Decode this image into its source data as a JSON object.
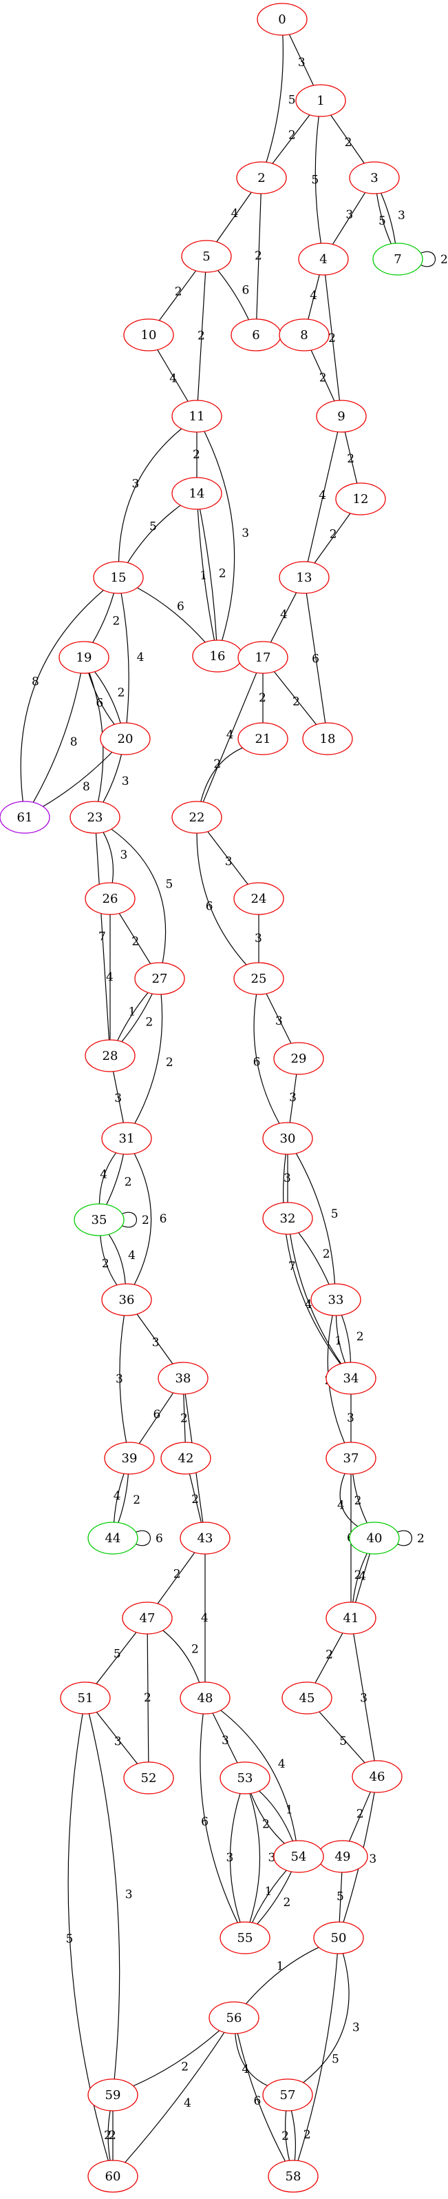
{
  "colors": {
    "default": "#ee0000",
    "green": "#00cc00",
    "purple": "#aa00dd"
  },
  "nodes": [
    {
      "id": "0"
    },
    {
      "id": "1"
    },
    {
      "id": "2"
    },
    {
      "id": "3"
    },
    {
      "id": "4"
    },
    {
      "id": "7",
      "color": "green"
    },
    {
      "id": "5"
    },
    {
      "id": "6"
    },
    {
      "id": "8"
    },
    {
      "id": "9"
    },
    {
      "id": "10"
    },
    {
      "id": "11"
    },
    {
      "id": "12"
    },
    {
      "id": "13"
    },
    {
      "id": "14"
    },
    {
      "id": "15"
    },
    {
      "id": "16"
    },
    {
      "id": "17"
    },
    {
      "id": "18"
    },
    {
      "id": "19"
    },
    {
      "id": "20"
    },
    {
      "id": "21"
    },
    {
      "id": "22"
    },
    {
      "id": "61",
      "color": "purple"
    },
    {
      "id": "23"
    },
    {
      "id": "24"
    },
    {
      "id": "25"
    },
    {
      "id": "26"
    },
    {
      "id": "27"
    },
    {
      "id": "28"
    },
    {
      "id": "29"
    },
    {
      "id": "30"
    },
    {
      "id": "31"
    },
    {
      "id": "32"
    },
    {
      "id": "33"
    },
    {
      "id": "34"
    },
    {
      "id": "35",
      "color": "green"
    },
    {
      "id": "36"
    },
    {
      "id": "37"
    },
    {
      "id": "38"
    },
    {
      "id": "39"
    },
    {
      "id": "40",
      "color": "green"
    },
    {
      "id": "41"
    },
    {
      "id": "42"
    },
    {
      "id": "43"
    },
    {
      "id": "44",
      "color": "green"
    },
    {
      "id": "45"
    },
    {
      "id": "46"
    },
    {
      "id": "47"
    },
    {
      "id": "48"
    },
    {
      "id": "49"
    },
    {
      "id": "50"
    },
    {
      "id": "51"
    },
    {
      "id": "52"
    },
    {
      "id": "53"
    },
    {
      "id": "54"
    },
    {
      "id": "55"
    },
    {
      "id": "56"
    },
    {
      "id": "57"
    },
    {
      "id": "58"
    },
    {
      "id": "59"
    },
    {
      "id": "60"
    }
  ],
  "edges": [
    {
      "from": "0",
      "to": "1",
      "label": "3"
    },
    {
      "from": "0",
      "to": "2",
      "label": "5"
    },
    {
      "from": "1",
      "to": "2",
      "label": "2"
    },
    {
      "from": "1",
      "to": "3",
      "label": "2"
    },
    {
      "from": "1",
      "to": "4",
      "label": "5"
    },
    {
      "from": "3",
      "to": "4",
      "label": "3"
    },
    {
      "from": "3",
      "to": "7",
      "label": "5"
    },
    {
      "from": "3",
      "to": "7",
      "label": "3"
    },
    {
      "from": "7",
      "to": "7",
      "label": "2"
    },
    {
      "from": "2",
      "to": "5",
      "label": "4"
    },
    {
      "from": "2",
      "to": "6",
      "label": "2"
    },
    {
      "from": "5",
      "to": "6",
      "label": "6"
    },
    {
      "from": "5",
      "to": "10",
      "label": "2"
    },
    {
      "from": "5",
      "to": "11",
      "label": "2"
    },
    {
      "from": "4",
      "to": "8",
      "label": "4"
    },
    {
      "from": "4",
      "to": "9",
      "label": "2"
    },
    {
      "from": "8",
      "to": "9",
      "label": "2"
    },
    {
      "from": "10",
      "to": "11",
      "label": "4"
    },
    {
      "from": "9",
      "to": "12",
      "label": "2"
    },
    {
      "from": "9",
      "to": "13",
      "label": "4"
    },
    {
      "from": "12",
      "to": "13",
      "label": "2"
    },
    {
      "from": "11",
      "to": "14",
      "label": "2"
    },
    {
      "from": "11",
      "to": "15",
      "label": "3"
    },
    {
      "from": "11",
      "to": "16",
      "label": "3"
    },
    {
      "from": "14",
      "to": "15",
      "label": "5"
    },
    {
      "from": "14",
      "to": "16",
      "label": "2"
    },
    {
      "from": "14",
      "to": "16",
      "label": "1"
    },
    {
      "from": "15",
      "to": "16",
      "label": "6"
    },
    {
      "from": "15",
      "to": "19",
      "label": "2"
    },
    {
      "from": "15",
      "to": "20",
      "label": "4"
    },
    {
      "from": "15",
      "to": "61",
      "label": "8"
    },
    {
      "from": "13",
      "to": "17",
      "label": "4"
    },
    {
      "from": "13",
      "to": "18",
      "label": "6"
    },
    {
      "from": "17",
      "to": "18",
      "label": "2"
    },
    {
      "from": "17",
      "to": "21",
      "label": "2"
    },
    {
      "from": "17",
      "to": "22",
      "label": "4"
    },
    {
      "from": "21",
      "to": "22",
      "label": "2"
    },
    {
      "from": "19",
      "to": "20",
      "label": "2"
    },
    {
      "from": "19",
      "to": "20",
      "label": "6"
    },
    {
      "from": "19",
      "to": "61",
      "label": "8"
    },
    {
      "from": "19",
      "to": "23",
      "label": "3"
    },
    {
      "from": "20",
      "to": "61",
      "label": "8"
    },
    {
      "from": "20",
      "to": "23",
      "label": "3"
    },
    {
      "from": "22",
      "to": "24",
      "label": "3"
    },
    {
      "from": "22",
      "to": "25",
      "label": "6"
    },
    {
      "from": "24",
      "to": "25",
      "label": "3"
    },
    {
      "from": "23",
      "to": "26",
      "label": "3"
    },
    {
      "from": "23",
      "to": "27",
      "label": "5"
    },
    {
      "from": "23",
      "to": "28",
      "label": "7"
    },
    {
      "from": "26",
      "to": "27",
      "label": "2"
    },
    {
      "from": "26",
      "to": "28",
      "label": "4"
    },
    {
      "from": "27",
      "to": "28",
      "label": "2"
    },
    {
      "from": "27",
      "to": "28",
      "label": "1"
    },
    {
      "from": "27",
      "to": "31",
      "label": "2"
    },
    {
      "from": "28",
      "to": "31",
      "label": "3"
    },
    {
      "from": "25",
      "to": "29",
      "label": "3"
    },
    {
      "from": "25",
      "to": "30",
      "label": "6"
    },
    {
      "from": "29",
      "to": "30",
      "label": "3"
    },
    {
      "from": "30",
      "to": "32",
      "label": "3"
    },
    {
      "from": "30",
      "to": "33",
      "label": "5"
    },
    {
      "from": "30",
      "to": "34",
      "label": "7"
    },
    {
      "from": "32",
      "to": "33",
      "label": "2"
    },
    {
      "from": "32",
      "to": "34",
      "label": "4"
    },
    {
      "from": "33",
      "to": "34",
      "label": "2"
    },
    {
      "from": "33",
      "to": "34",
      "label": "1"
    },
    {
      "from": "33",
      "to": "37",
      "label": "2"
    },
    {
      "from": "34",
      "to": "37",
      "label": "3"
    },
    {
      "from": "31",
      "to": "35",
      "label": "4"
    },
    {
      "from": "31",
      "to": "35",
      "label": "2"
    },
    {
      "from": "31",
      "to": "36",
      "label": "6"
    },
    {
      "from": "35",
      "to": "35",
      "label": "2"
    },
    {
      "from": "35",
      "to": "36",
      "label": "2"
    },
    {
      "from": "35",
      "to": "36",
      "label": "4"
    },
    {
      "from": "36",
      "to": "38",
      "label": "3"
    },
    {
      "from": "36",
      "to": "39",
      "label": "3"
    },
    {
      "from": "38",
      "to": "39",
      "label": "6"
    },
    {
      "from": "38",
      "to": "42",
      "label": "2"
    },
    {
      "from": "38",
      "to": "43",
      "label": "4"
    },
    {
      "from": "42",
      "to": "43",
      "label": "2"
    },
    {
      "from": "39",
      "to": "44",
      "label": "2"
    },
    {
      "from": "39",
      "to": "44",
      "label": "4"
    },
    {
      "from": "44",
      "to": "44",
      "label": "6"
    },
    {
      "from": "37",
      "to": "40",
      "label": "2"
    },
    {
      "from": "37",
      "to": "40",
      "label": "4"
    },
    {
      "from": "37",
      "to": "41",
      "label": "6"
    },
    {
      "from": "40",
      "to": "40",
      "label": "2"
    },
    {
      "from": "40",
      "to": "41",
      "label": "2"
    },
    {
      "from": "40",
      "to": "41",
      "label": "4"
    },
    {
      "from": "41",
      "to": "45",
      "label": "2"
    },
    {
      "from": "41",
      "to": "46",
      "label": "3"
    },
    {
      "from": "45",
      "to": "46",
      "label": "5"
    },
    {
      "from": "43",
      "to": "47",
      "label": "2"
    },
    {
      "from": "43",
      "to": "48",
      "label": "4"
    },
    {
      "from": "47",
      "to": "48",
      "label": "2"
    },
    {
      "from": "47",
      "to": "51",
      "label": "5"
    },
    {
      "from": "47",
      "to": "52",
      "label": "2"
    },
    {
      "from": "51",
      "to": "52",
      "label": "3"
    },
    {
      "from": "51",
      "to": "59",
      "label": "3"
    },
    {
      "from": "51",
      "to": "60",
      "label": "5"
    },
    {
      "from": "48",
      "to": "53",
      "label": "3"
    },
    {
      "from": "48",
      "to": "54",
      "label": "4"
    },
    {
      "from": "48",
      "to": "55",
      "label": "6"
    },
    {
      "from": "53",
      "to": "54",
      "label": "1"
    },
    {
      "from": "53",
      "to": "54",
      "label": "2"
    },
    {
      "from": "53",
      "to": "55",
      "label": "3"
    },
    {
      "from": "53",
      "to": "55",
      "label": "3"
    },
    {
      "from": "54",
      "to": "55",
      "label": "2"
    },
    {
      "from": "54",
      "to": "55",
      "label": "1"
    },
    {
      "from": "46",
      "to": "49",
      "label": "2"
    },
    {
      "from": "46",
      "to": "50",
      "label": "3"
    },
    {
      "from": "49",
      "to": "50",
      "label": "5"
    },
    {
      "from": "50",
      "to": "56",
      "label": "1"
    },
    {
      "from": "50",
      "to": "57",
      "label": "3"
    },
    {
      "from": "50",
      "to": "58",
      "label": "5"
    },
    {
      "from": "56",
      "to": "57",
      "label": "4"
    },
    {
      "from": "56",
      "to": "58",
      "label": "6"
    },
    {
      "from": "56",
      "to": "59",
      "label": "2"
    },
    {
      "from": "56",
      "to": "60",
      "label": "4"
    },
    {
      "from": "57",
      "to": "58",
      "label": "2"
    },
    {
      "from": "57",
      "to": "58",
      "label": "2"
    },
    {
      "from": "59",
      "to": "60",
      "label": "2"
    },
    {
      "from": "59",
      "to": "60",
      "label": "2"
    }
  ]
}
